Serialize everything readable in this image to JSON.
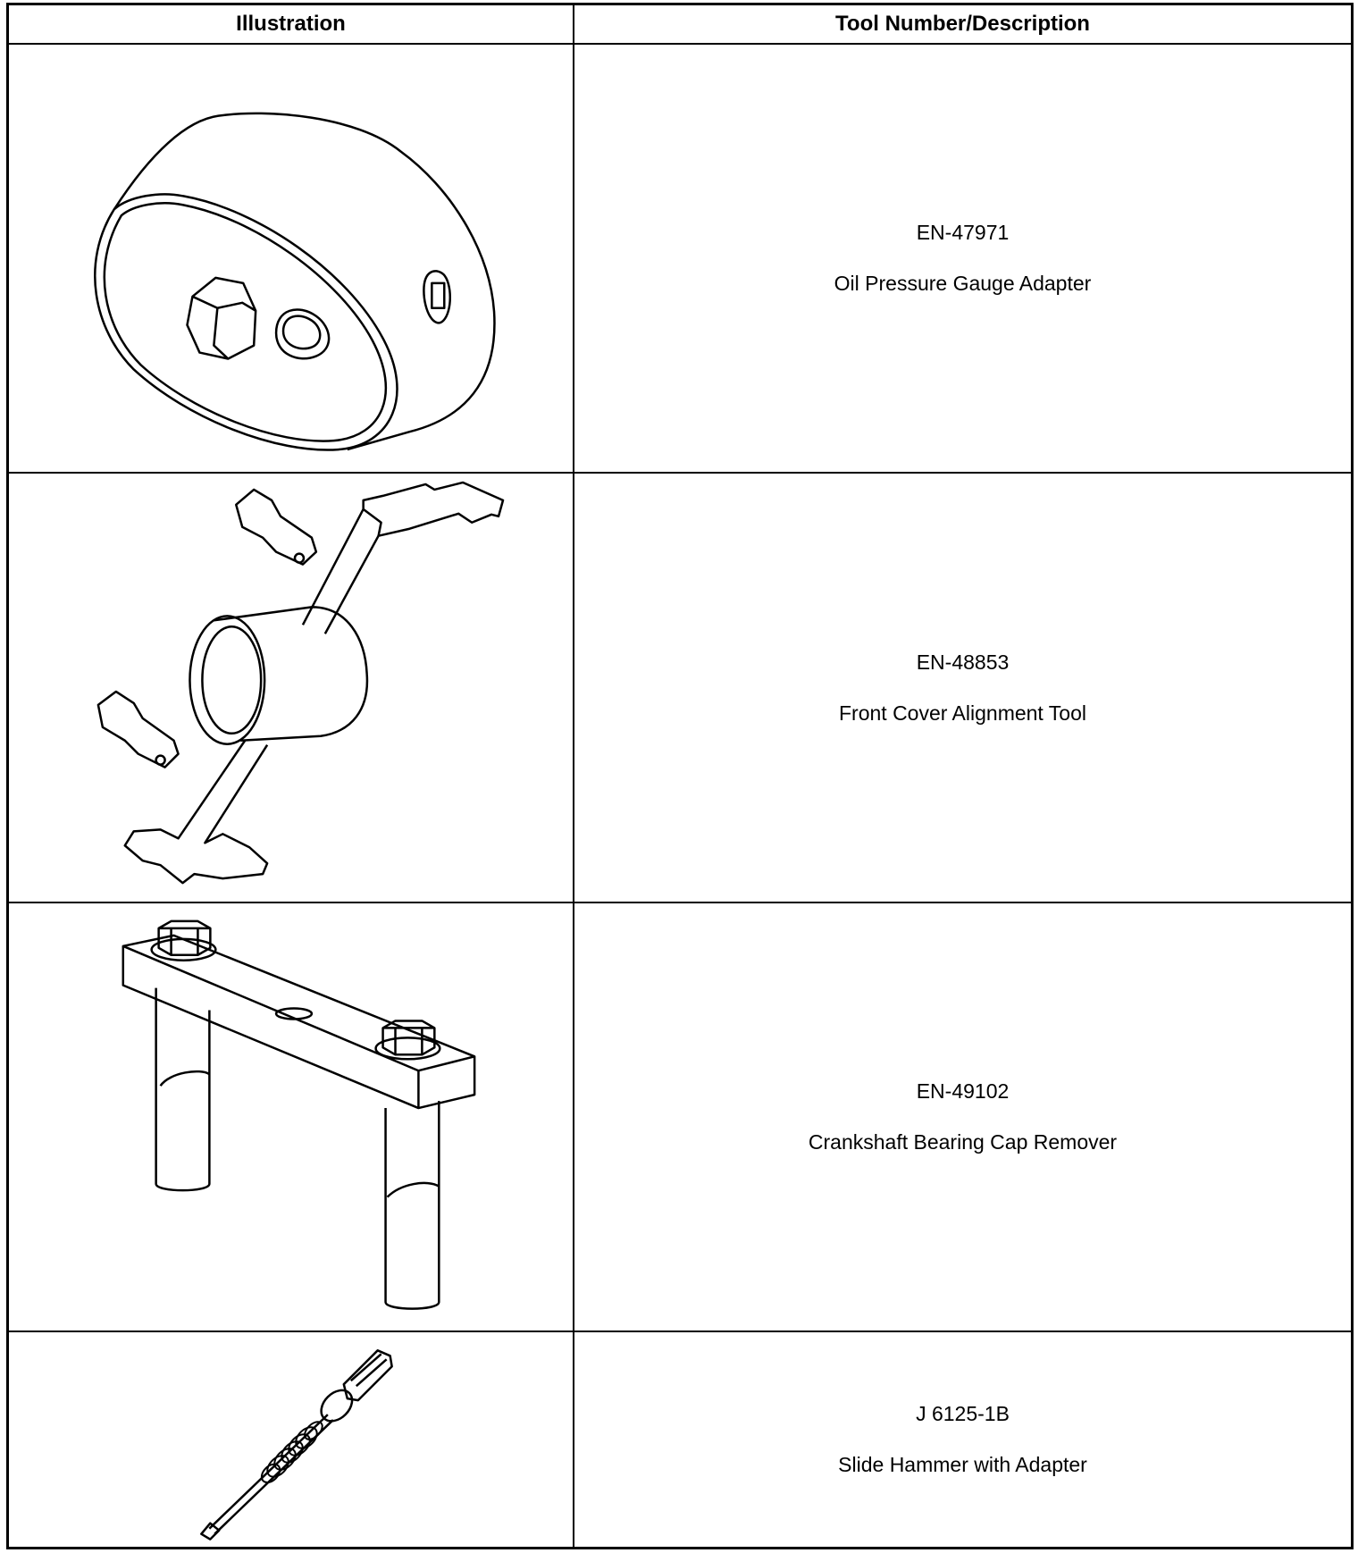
{
  "table": {
    "headers": {
      "illustration": "Illustration",
      "tool": "Tool Number/Description"
    },
    "rows": [
      {
        "tool_number": "EN-47971",
        "description": "Oil Pressure Gauge Adapter",
        "illustration_icon": "oil-pressure-gauge-adapter-illustration"
      },
      {
        "tool_number": "EN-48853",
        "description": "Front Cover Alignment Tool",
        "illustration_icon": "front-cover-alignment-tool-illustration"
      },
      {
        "tool_number": "EN-49102",
        "description": "Crankshaft Bearing Cap Remover",
        "illustration_icon": "crankshaft-bearing-cap-remover-illustration"
      },
      {
        "tool_number": "J 6125-1B",
        "description": "Slide Hammer with Adapter",
        "illustration_icon": "slide-hammer-illustration"
      }
    ]
  }
}
